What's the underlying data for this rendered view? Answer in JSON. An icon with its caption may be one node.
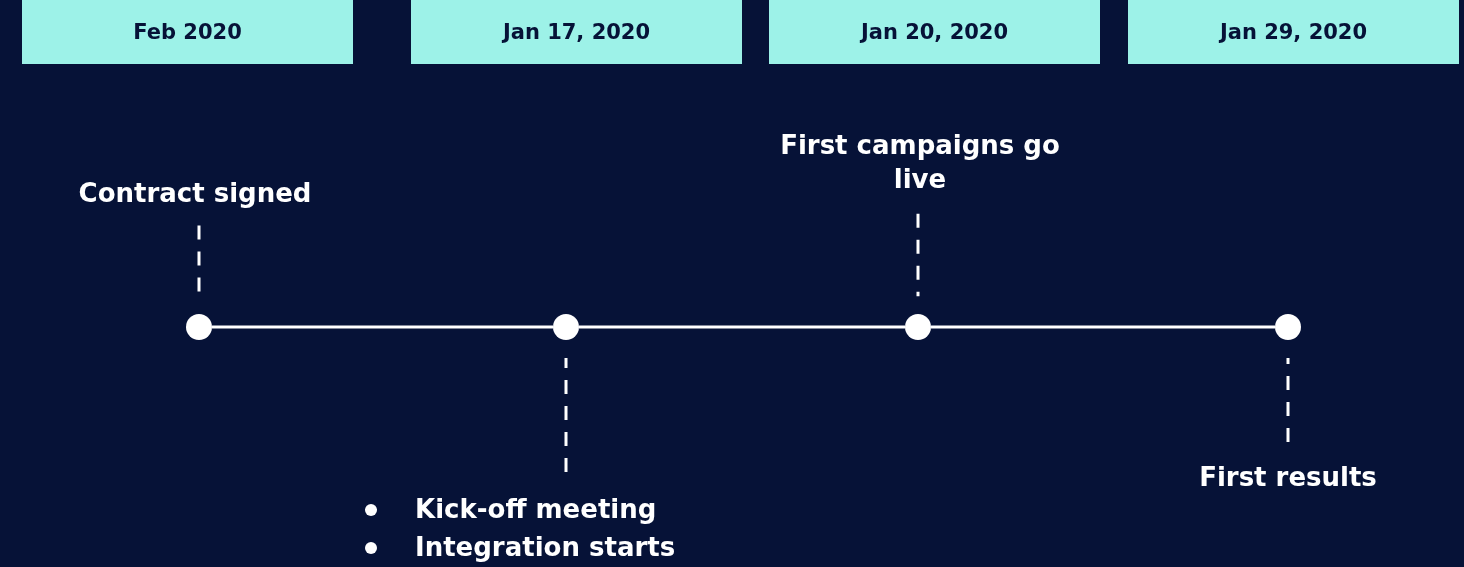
{
  "diagram": {
    "nodes": [
      {
        "text": [
          "Feb  2020"
        ]
      },
      {
        "text": [
          "Jan 17, 2020"
        ]
      },
      {
        "text": [
          "Jan 20, 2020"
        ]
      },
      {
        "text": [
          "Jan 29, 2020"
        ]
      },
      {
        "text": [],
        "shape": "circle"
      },
      {
        "text": [],
        "shape": "circle"
      },
      {
        "text": [],
        "shape": "circle"
      },
      {
        "text": [],
        "shape": "circle"
      },
      {
        "text": [
          "Contract signed"
        ]
      },
      {
        "text": [
          "Kick-off meeting",
          "Integration starts"
        ]
      },
      {
        "text": [
          "First campaigns go live"
        ]
      },
      {
        "text": [
          "First results"
        ]
      }
    ],
    "edges": [
      {
        "from": 4,
        "to": 5,
        "arrow": "none"
      },
      {
        "from": 5,
        "to": 6,
        "arrow": "none"
      },
      {
        "from": 6,
        "to": 7,
        "arrow": "none"
      },
      {
        "from": 8,
        "to": 4,
        "arrow": "none",
        "style": "dashed"
      },
      {
        "from": 9,
        "to": 5,
        "arrow": "none",
        "style": "dashed"
      },
      {
        "from": 10,
        "to": 6,
        "arrow": "none",
        "style": "dashed"
      },
      {
        "from": 11,
        "to": 7,
        "arrow": "none",
        "style": "dashed"
      }
    ]
  }
}
